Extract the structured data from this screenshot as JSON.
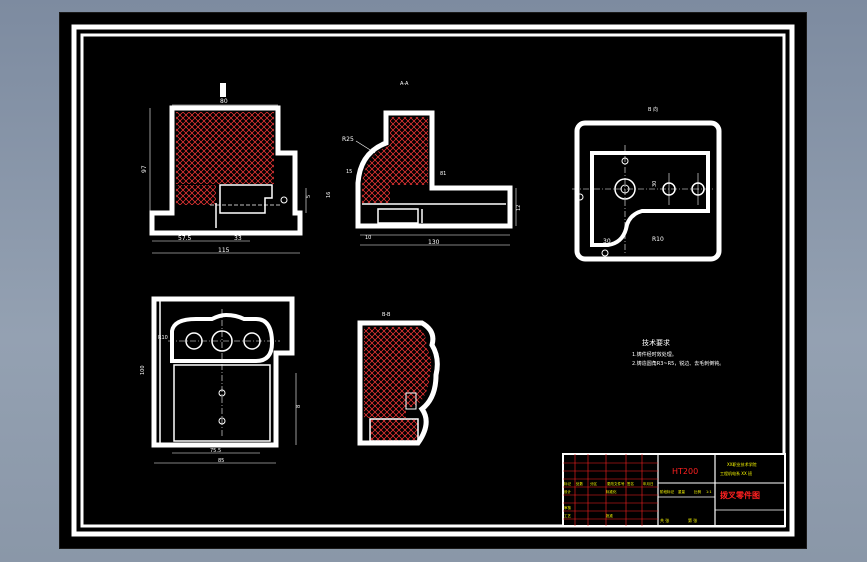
{
  "drawing": {
    "views": {
      "front": {
        "dim_top": "80",
        "dim_left": "97",
        "dim_b1": "57.5",
        "dim_b2": "33",
        "dim_total": "115",
        "dim_t1": "5",
        "dim_t2": "16"
      },
      "section_a": {
        "title": "A-A",
        "dim_r": "R25",
        "dim_15": "15",
        "dim_81": "81",
        "dim_10": "10",
        "dim_130": "130",
        "dim_r12": "12"
      },
      "view_b": {
        "title": "B 向",
        "dim_30": "30",
        "dim_r10": "R10",
        "dim_30v": "30"
      },
      "top": {
        "dim_r": "R10",
        "dim_left": "100",
        "dim_r8": "8",
        "dim_75": "75.5",
        "dim_85": "85"
      },
      "section_b": {
        "title": "B-B"
      }
    },
    "notes": {
      "heading": "技术要求",
      "line1": "1.铸件经时效处理。",
      "line2": "2.铸造圆角R3~R5，锐边、去毛刺倒钝。"
    },
    "title_block": {
      "material": "HT200",
      "school_line1": "XX职业技术学院",
      "school_line2": "工程机电系 XX 班",
      "part_name": "拨叉零件图",
      "col_a": "标记",
      "col_b": "处数",
      "col_c": "分区",
      "col_d": "更改文件号",
      "col_e": "签名",
      "col_f": "年月日",
      "designer": "设计",
      "std": "标准化",
      "review": "审核",
      "process": "工艺",
      "approve": "批准",
      "stage": "阶段标记",
      "weight": "重量",
      "scale": "比例",
      "scale_val": "1:1",
      "sheets": "共 张",
      "sheet": "第 张"
    },
    "colors": {
      "background": "#000000",
      "line": "#ffffff",
      "hatch": "#ff3333",
      "dim": "#ffffff",
      "title_red": "#ff2020",
      "title_yellow": "#ffff00"
    }
  }
}
